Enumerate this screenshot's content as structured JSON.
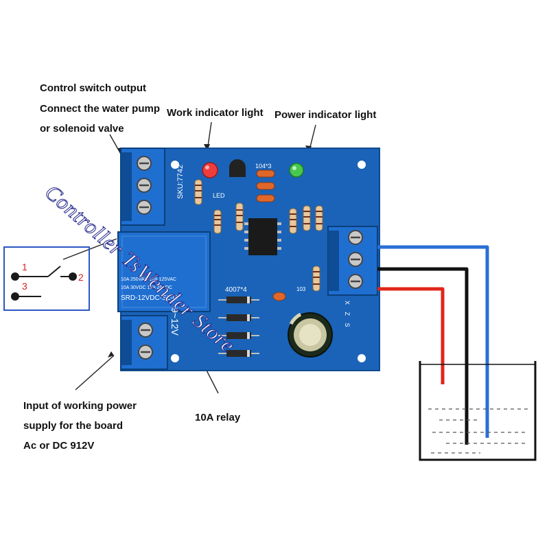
{
  "annotations": {
    "control_line1": "Control switch output",
    "control_line2": "Connect the water pump",
    "control_line3": "or solenoid valve",
    "work_light": "Work indicator light",
    "power_light": "Power indicator light",
    "input_line1": "Input of working power",
    "input_line2": "supply for the board",
    "input_line3": "Ac or DC 912V",
    "relay": "10A relay"
  },
  "board": {
    "model": "SKU:7742",
    "led_label": "LED",
    "cap_104": "104*3",
    "cap_103": "103",
    "diodes": "4007*4",
    "relay_line1": "10A 250VAC 10A 125VAC",
    "relay_line2": "10A 30VDC 10A 28VDC",
    "relay_line3": "SRD-12VDC-SL-C",
    "power_terminal": "9~12V",
    "probe_letters": "X Z S"
  },
  "switch_diagram": {
    "pin1": "1",
    "pin2": "2",
    "pin3": "3"
  },
  "watermark": "Controller TsWender Store",
  "colors": {
    "board": "#1a63b8",
    "terminal": "#1f6fd1",
    "wire_red": "#e0261b",
    "wire_blue": "#2a6fd6",
    "wire_black": "#111111"
  }
}
